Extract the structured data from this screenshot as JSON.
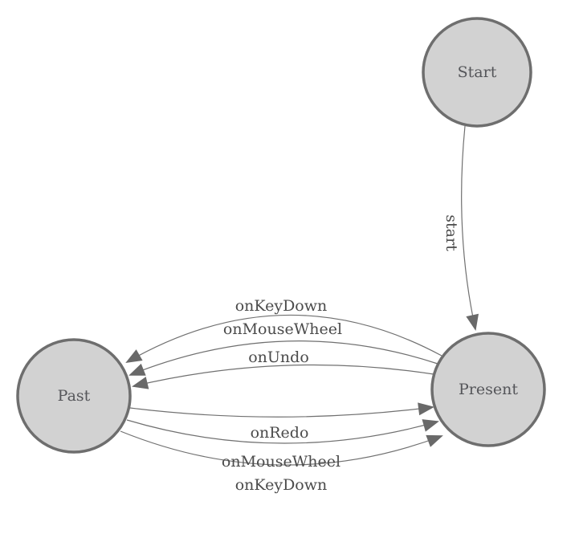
{
  "diagram": {
    "type": "state-machine-diagram",
    "background": "#ffffff",
    "colors": {
      "node_fill": "#d2d2d2",
      "node_border": "#6e6e6e",
      "edge_line": "#707070",
      "arrowhead": "#696969",
      "node_text": "#55565a",
      "edge_text": "#4b4b4b"
    },
    "nodes": [
      {
        "id": "start",
        "label": "Start"
      },
      {
        "id": "present",
        "label": "Present"
      },
      {
        "id": "past",
        "label": "Past"
      }
    ],
    "edges": [
      {
        "id": "start-to-present",
        "from": "Start",
        "to": "Present",
        "label": "start"
      },
      {
        "id": "present-to-past-keydown",
        "from": "Present",
        "to": "Past",
        "label": "onKeyDown"
      },
      {
        "id": "present-to-past-mousewheel",
        "from": "Present",
        "to": "Past",
        "label": "onMouseWheel"
      },
      {
        "id": "present-to-past-undo",
        "from": "Present",
        "to": "Past",
        "label": "onUndo"
      },
      {
        "id": "past-to-present-redo",
        "from": "Past",
        "to": "Present",
        "label": "onRedo"
      },
      {
        "id": "past-to-present-mousewheel",
        "from": "Past",
        "to": "Present",
        "label": "onMouseWheel"
      },
      {
        "id": "past-to-present-keydown",
        "from": "Past",
        "to": "Present",
        "label": "onKeyDown"
      }
    ]
  }
}
